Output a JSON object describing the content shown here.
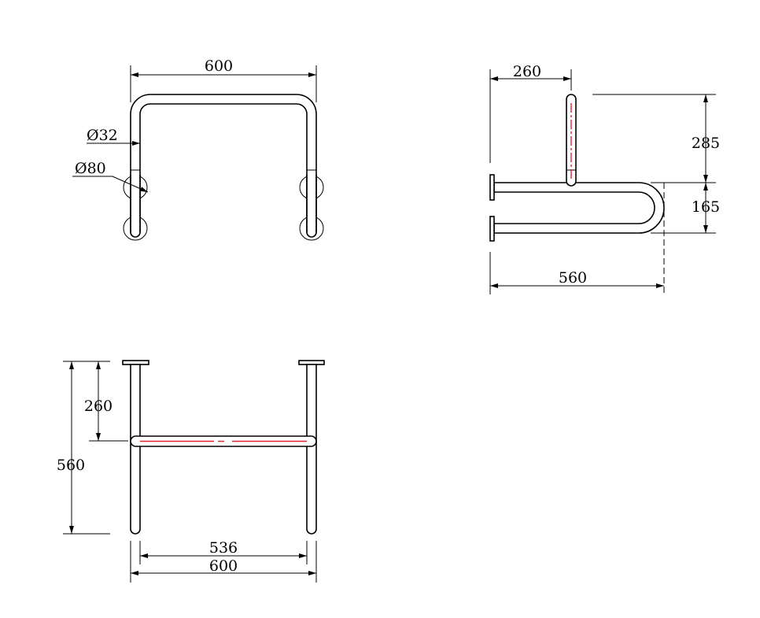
{
  "front_view": {
    "width_label": "600",
    "tube_diameter_label": "Ø32",
    "flange_diameter_label": "Ø80"
  },
  "side_view": {
    "offset_label": "260",
    "upper_height_label": "285",
    "lower_height_label": "165",
    "depth_label": "560"
  },
  "top_view": {
    "bar_offset_label": "260",
    "depth_label": "560",
    "inner_width_label": "536",
    "outer_width_label": "600"
  },
  "colors": {
    "line": "#000000",
    "centerline": "#e8202a"
  }
}
